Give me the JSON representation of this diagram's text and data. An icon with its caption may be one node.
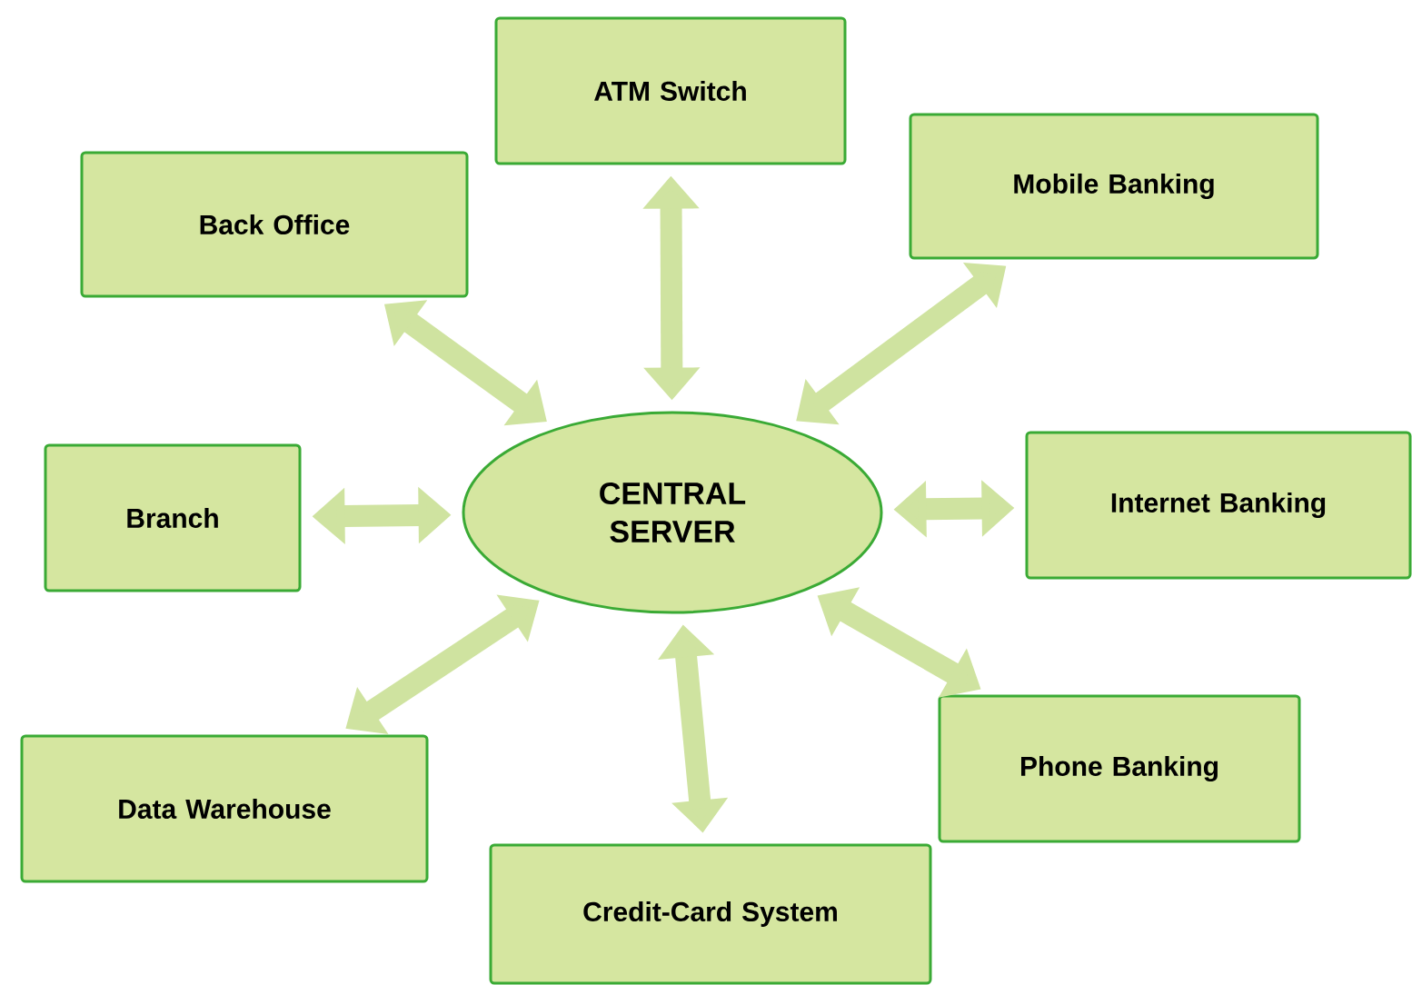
{
  "diagram": {
    "nodes": [
      {
        "text": [
          "ATM Switch"
        ]
      },
      {
        "text": [
          "Back Office"
        ]
      },
      {
        "text": [
          "Mobile Banking"
        ]
      },
      {
        "text": [
          "CENTRAL SERVER"
        ]
      },
      {
        "text": [
          "Branch"
        ]
      },
      {
        "text": [
          "Internet Banking"
        ]
      },
      {
        "text": [
          "Phone Banking"
        ]
      },
      {
        "text": [
          "Data Warehouse"
        ]
      },
      {
        "text": [
          "Credit-Card System"
        ]
      }
    ],
    "edges": [
      {
        "from": 3,
        "to": 0,
        "arrow": "both"
      },
      {
        "from": 3,
        "to": 1,
        "arrow": "both"
      },
      {
        "from": 3,
        "to": 2,
        "arrow": "both"
      },
      {
        "from": 3,
        "to": 4,
        "arrow": "both"
      },
      {
        "from": 3,
        "to": 5,
        "arrow": "both"
      },
      {
        "from": 3,
        "to": 6,
        "arrow": "both"
      },
      {
        "from": 3,
        "to": 7,
        "arrow": "both"
      },
      {
        "from": 3,
        "to": 8,
        "arrow": "both"
      }
    ]
  }
}
